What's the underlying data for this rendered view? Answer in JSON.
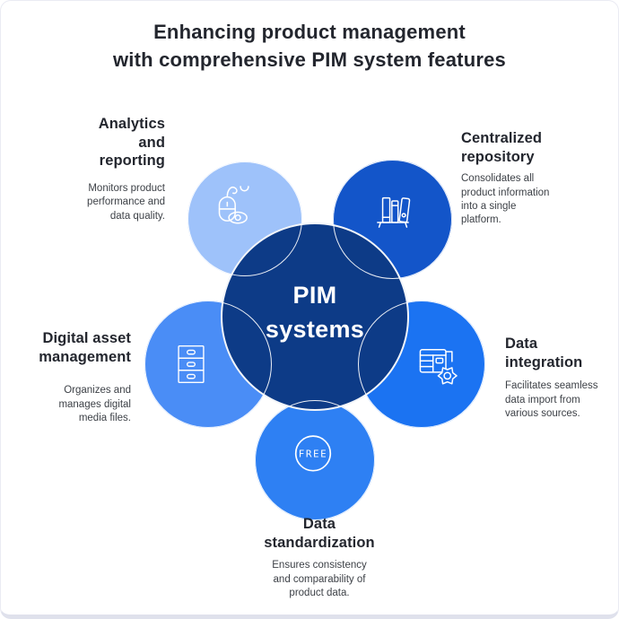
{
  "title": {
    "text": "Enhancing product management\nwith comprehensive PIM system features"
  },
  "center": {
    "label": "PIM\nsystems",
    "color": "#0d3b87"
  },
  "nodes": [
    {
      "id": "analytics",
      "heading": "Analytics\nand\nreporting",
      "description": "Monitors product\nperformance and\ndata quality.",
      "icon": "mouse-eye-icon",
      "color": "#9ec2fa"
    },
    {
      "id": "centralized-repository",
      "heading": "Centralized\nrepository",
      "description": "Consolidates all\nproduct information\ninto a single\nplatform.",
      "icon": "books-shelf-icon",
      "color": "#1355c9"
    },
    {
      "id": "digital-asset-management",
      "heading": "Digital asset\nmanagement",
      "description": "Organizes and\nmanages digital\nmedia files.",
      "icon": "file-cabinet-icon",
      "color": "#4a8df6"
    },
    {
      "id": "data-integration",
      "heading": "Data\nintegration",
      "description": "Facilitates seamless\ndata import from\nvarious sources.",
      "icon": "table-gear-icon",
      "color": "#1b73f2"
    },
    {
      "id": "data-standardization",
      "heading": "Data\nstandardization",
      "description": "Ensures consistency\nand comparability of\nproduct data.",
      "icon": "free-badge-icon",
      "badge_text": "FREE",
      "color": "#2e80f3"
    }
  ],
  "palette": {
    "stroke": "#ffffff",
    "title_text": "#23262e",
    "body_text": "#3d4147",
    "card_border": "#dfe1ec"
  }
}
